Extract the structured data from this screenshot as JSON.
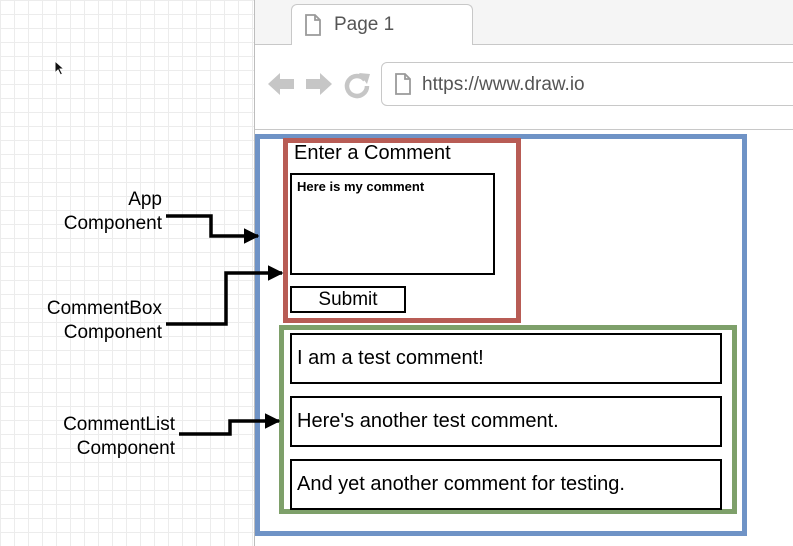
{
  "browser": {
    "tab_title": "Page 1",
    "url": "https://www.draw.io",
    "icons": [
      "page-icon",
      "back-arrow-icon",
      "forward-arrow-icon",
      "reload-icon"
    ]
  },
  "comment_box": {
    "heading": "Enter a Comment",
    "textarea_value": "Here is my comment",
    "submit_label": "Submit"
  },
  "comment_list": {
    "comments": [
      "I am a test comment!",
      "Here's another test comment.",
      "And yet another comment for testing."
    ]
  },
  "annotations": {
    "app": {
      "line1": "App",
      "line2": "Component"
    },
    "comment_box": {
      "line1": "CommentBox",
      "line2": "Component"
    },
    "comment_list": {
      "line1": "CommentList",
      "line2": "Component"
    }
  },
  "colors": {
    "app_border": "#6f93c6",
    "comment_box_border": "#b85c55",
    "comment_list_border": "#7ea06a",
    "chrome_gray": "#c8c8c8"
  }
}
